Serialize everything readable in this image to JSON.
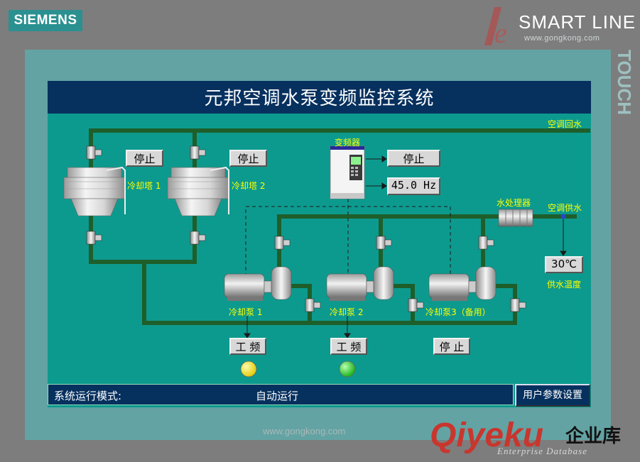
{
  "bezel": {
    "brand": "SIEMENS",
    "product": "SMART LINE",
    "side_label": "TOUCH"
  },
  "watermarks": {
    "top_url": "www.gongkong.com",
    "bottom_url": "www.gongkong.com",
    "qiyeku_logo": "Qiyeku",
    "qiyeku_cn": "企业库",
    "qiyeku_en": "Enterprise Database"
  },
  "screen": {
    "title": "元邦空调水泵变频监控系统",
    "labels": {
      "return_water": "空调回水",
      "supply_water": "空调供水",
      "water_treatment": "水处理器",
      "vfd": "变频器",
      "supply_temp": "供水温度"
    },
    "cooling_towers": [
      {
        "name": "冷却塔 1",
        "status": "停止"
      },
      {
        "name": "冷却塔 2",
        "status": "停止"
      }
    ],
    "vfd": {
      "status": "停止",
      "frequency": "45.0 Hz"
    },
    "temperature": "30℃",
    "pumps": [
      {
        "name": "冷却泵 1",
        "mode": "工 频",
        "indicator_color": "#f0e020"
      },
      {
        "name": "冷却泵 2",
        "mode": "工 频",
        "indicator_color": "#22e022"
      },
      {
        "name": "冷却泵3（备用）",
        "mode": "停 止",
        "indicator_color": null
      }
    ],
    "status_bar": {
      "mode_label": "系统运行模式:",
      "mode_value": "自动运行",
      "user_button": "用户参数设置"
    },
    "colors": {
      "panel": "#0d9a8e",
      "title_bar": "#06305e",
      "pipe": "#1e5e2a",
      "label_text": "#ffff00"
    }
  }
}
